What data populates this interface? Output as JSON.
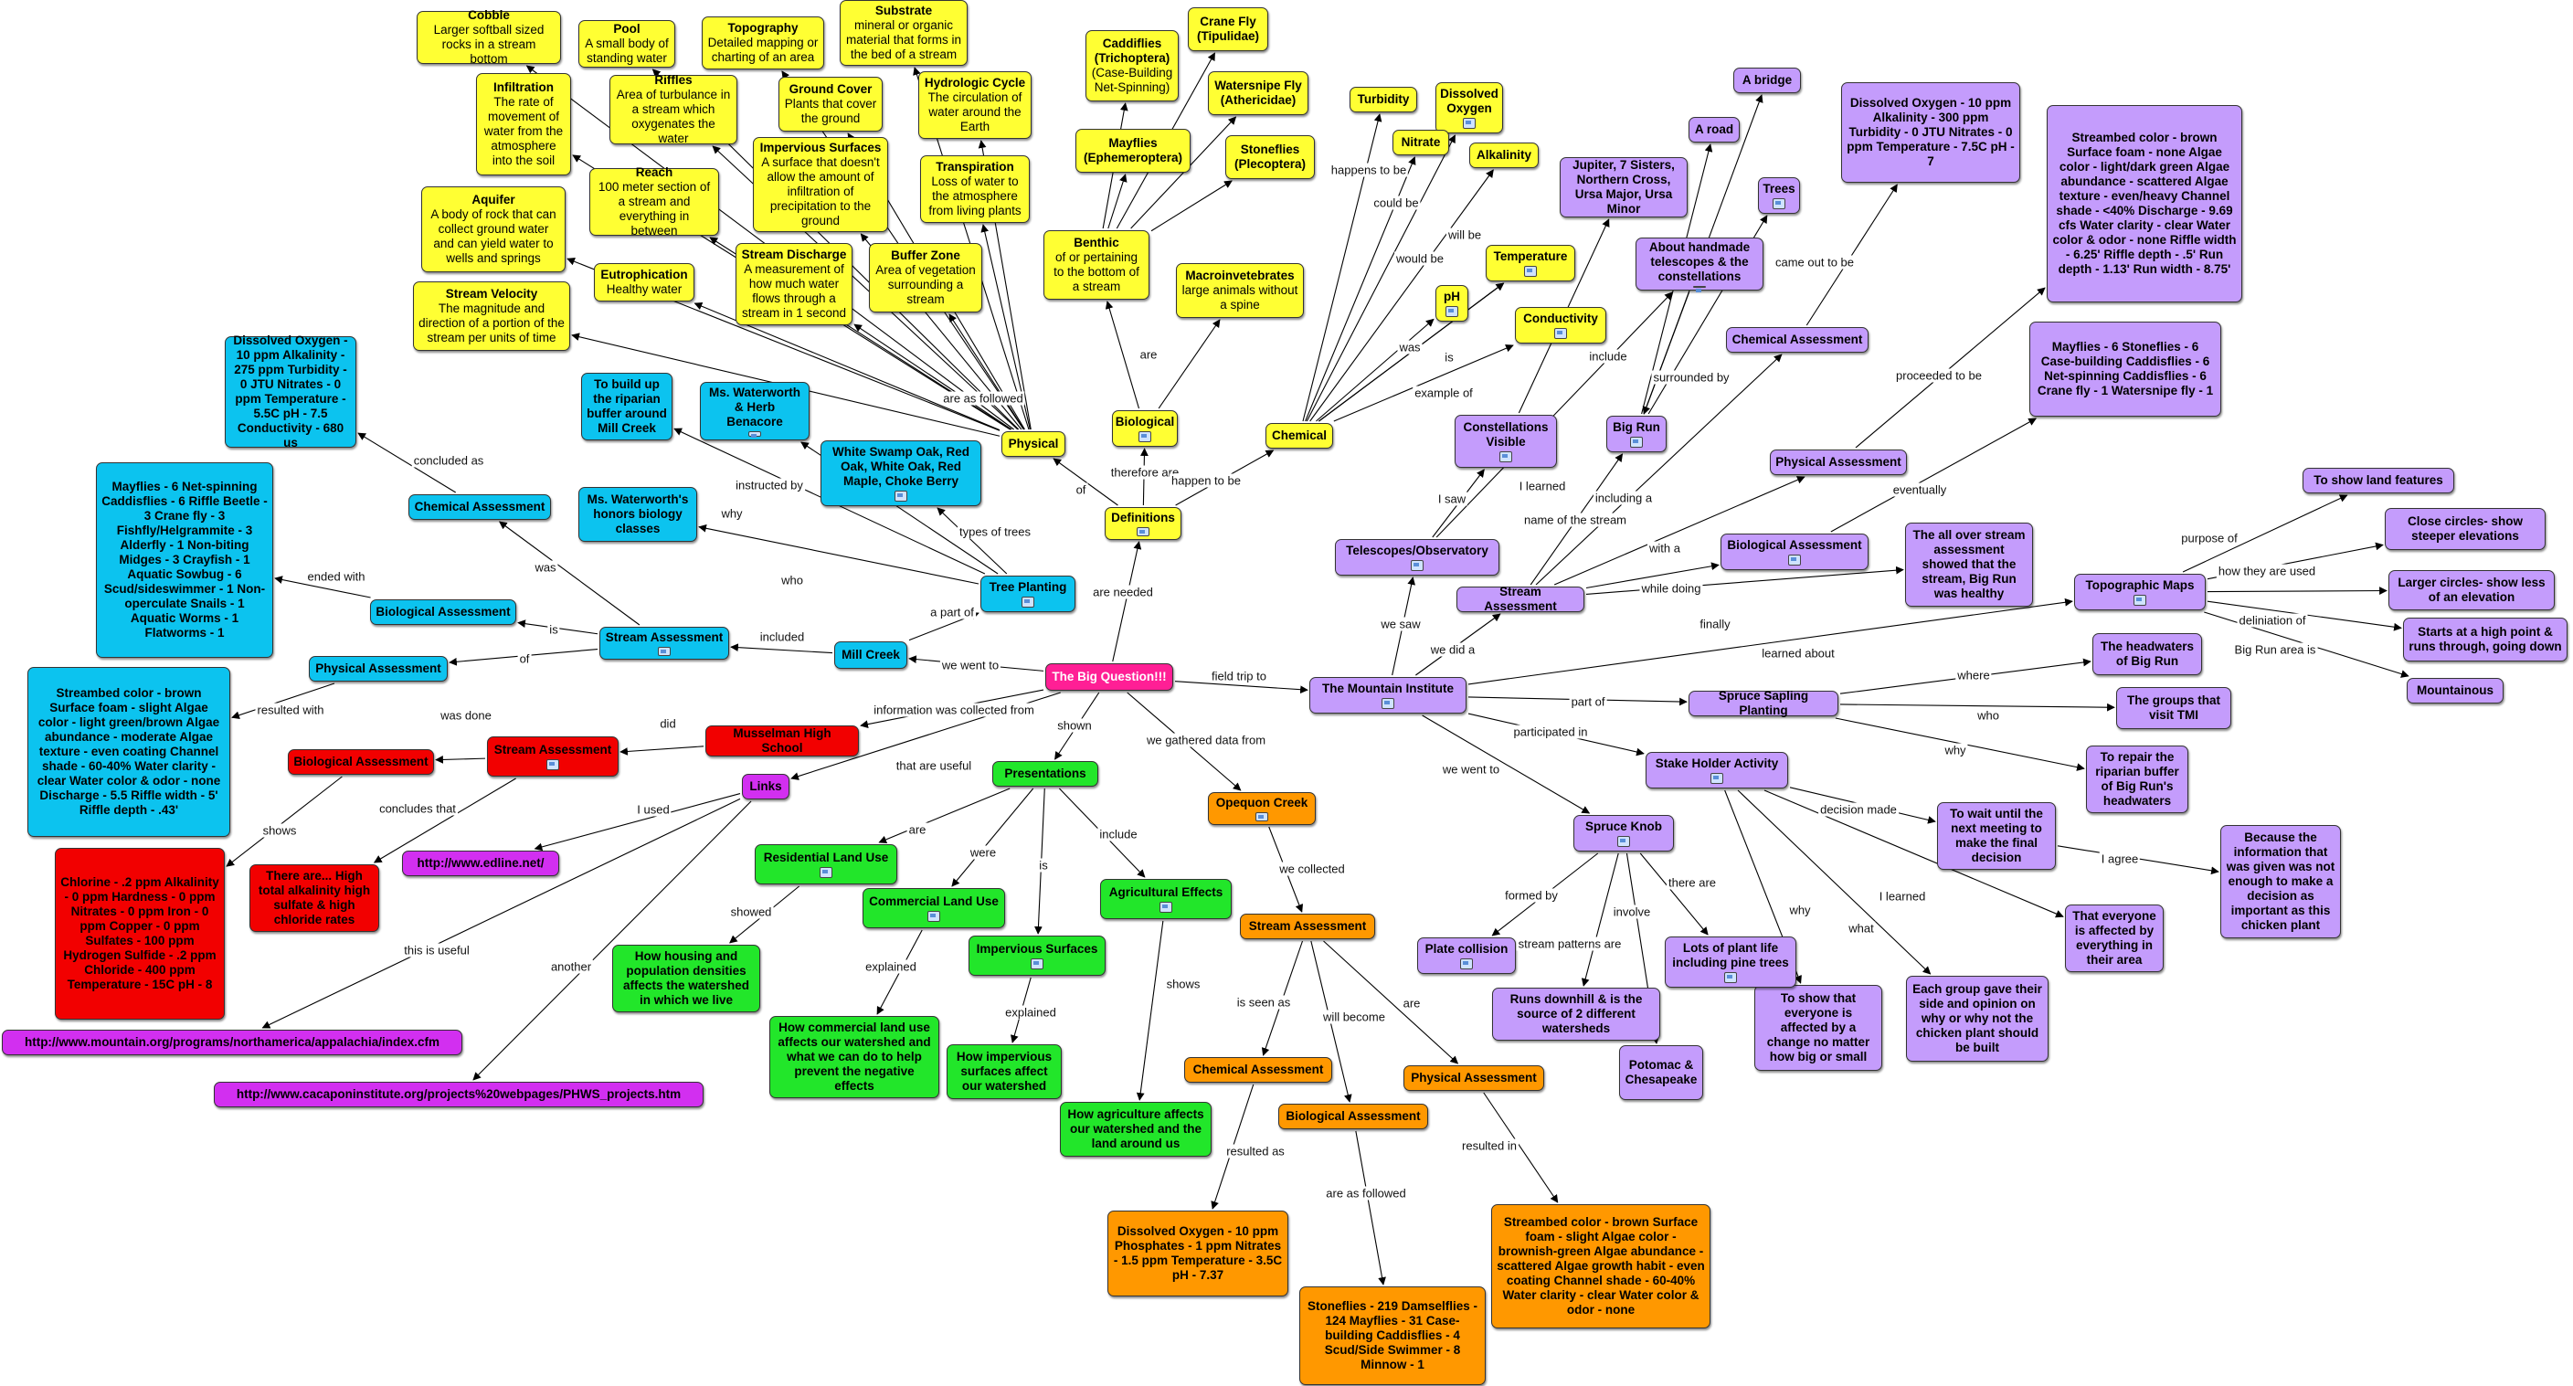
{
  "colors": {
    "yellow": "#ffff33",
    "blue": "#0cc3ef",
    "purple": "#c49cfc",
    "red": "#f20000",
    "orange": "#ff9800",
    "green": "#22e62a",
    "pink": "#ff1f95",
    "magenta": "#d22ff0",
    "line": "#000000"
  },
  "nodes": {
    "root": {
      "title": "The Big Question!!!"
    },
    "definitions": {
      "title": "Definitions"
    },
    "physical": {
      "title": "Physical"
    },
    "biological": {
      "title": "Biological"
    },
    "chemical": {
      "title": "Chemical"
    },
    "cobble": {
      "title": "Cobble",
      "sub": "Larger softball sized rocks in a stream bottom"
    },
    "pool": {
      "title": "Pool",
      "sub": "A small body of standing water"
    },
    "topography": {
      "title": "Topography",
      "sub": "Detailed mapping or charting of an area"
    },
    "substrate": {
      "title": "Substrate",
      "sub": "mineral or organic material that forms in the bed of a stream"
    },
    "infiltration": {
      "title": "Infiltration",
      "sub": "The rate of movement of water from the atmosphere into the soil"
    },
    "riffles": {
      "title": "Riffles",
      "sub": "Area of turbulance in a stream which oxygenates the water"
    },
    "groundcover": {
      "title": "Ground Cover",
      "sub": "Plants that cover the ground"
    },
    "hydrocycle": {
      "title": "Hydrologic Cycle",
      "sub": "The circulation of water around the Earth"
    },
    "impervious_def": {
      "title": "Impervious Surfaces",
      "sub": "A surface that doesn't allow the amount of infiltration of precipitation to the ground"
    },
    "reach": {
      "title": "Reach",
      "sub": "100 meter section of a stream and everything in between"
    },
    "transpiration": {
      "title": "Transpiration",
      "sub": "Loss of water to the atmosphere from living plants"
    },
    "aquifer": {
      "title": "Aquifer",
      "sub": "A body of rock that can collect ground water and can yield water to wells and springs"
    },
    "eutrophication": {
      "title": "Eutrophication",
      "sub": "Healthy water"
    },
    "discharge": {
      "title": "Stream Discharge",
      "sub": "A measurement of how much water flows through a stream in 1 second"
    },
    "bufferzone": {
      "title": "Buffer Zone",
      "sub": "Area of vegetation surrounding a stream"
    },
    "velocity": {
      "title": "Stream Velocity",
      "sub": "The magnitude and direction of a portion of the stream per units of time"
    },
    "caddis": {
      "title": "Caddiflies (Trichoptera)",
      "sub": "(Case-Building Net-Spinning)"
    },
    "cranefly": {
      "title": "Crane Fly (Tipulidae)"
    },
    "watersnipe": {
      "title": "Watersnipe Fly (Athericidae)"
    },
    "mayflies": {
      "title": "Mayflies (Ephemeroptera)"
    },
    "stoneflies": {
      "title": "Stoneflies (Plecoptera)"
    },
    "benthic": {
      "title": "Benthic",
      "sub": "of or pertaining to the bottom of a stream"
    },
    "macro": {
      "title": "Macroinvetebrates",
      "sub": "large animals without a spine"
    },
    "turbidity": {
      "title": "Turbidity"
    },
    "dissolved": {
      "title": "Dissolved Oxygen"
    },
    "nitrate": {
      "title": "Nitrate"
    },
    "alkalinity": {
      "title": "Alkalinity"
    },
    "temperature": {
      "title": "Temperature"
    },
    "ph": {
      "title": "pH"
    },
    "conductivity": {
      "title": "Conductivity"
    },
    "treeplanting": {
      "title": "Tree Planting"
    },
    "whiteswamp": {
      "title": "White Swamp Oak, Red Oak, White Oak, Red Maple, Choke Berry"
    },
    "buildup": {
      "title": "To build up the riparian buffer around Mill Creek"
    },
    "waterworth": {
      "title": "Ms. Waterworth & Herb Benacore"
    },
    "honors": {
      "title": "Ms. Waterworth's honors biology classes"
    },
    "millcreek": {
      "title": "Mill Creek"
    },
    "sa_blue": {
      "title": "Stream Assessment"
    },
    "chem_blue": {
      "title": "Chemical Assessment"
    },
    "bio_blue": {
      "title": "Biological Assessment"
    },
    "phys_blue": {
      "title": "Physical Assessment"
    },
    "chem_blue_data": {
      "title": "Dissolved Oxygen - 10 ppm Alkalinity - 275 ppm Turbidity - 0 JTU Nitrates - 0 ppm Temperature - 5.5C pH - 7.5 Conductivity - 680 us"
    },
    "bio_blue_data": {
      "title": "Mayflies - 6 Net-spinning Caddisflies - 6 Riffle Beetle - 3 Crane fly - 3 Fishfly/Helgrammite - 3 Alderfly - 1 Non-biting Midges - 3 Crayfish - 1 Aquatic Sowbug - 6 Scud/sideswimmer - 1 Non-operculate Snails - 1 Aquatic Worms - 1 Flatworms - 1"
    },
    "phys_blue_data": {
      "title": "Streambed color - brown Surface foam - slight Algae color - light green/brown Algae abundance - moderate Algae texture - even coating Channel shade - 60-40% Water clarity - clear Water color & odor - none Discharge - 5.5 Riffle width - 5' Riffle depth - .43'"
    },
    "musselman": {
      "title": "Musselman High School"
    },
    "sa_red": {
      "title": "Stream Assessment"
    },
    "bio_red": {
      "title": "Biological Assessment"
    },
    "red_data": {
      "title": "Chlorine - .2 ppm Alkalinity - 0 ppm Hardness - 0 ppm Nitrates - 0 ppm Iron - 0 ppm Copper - 0 ppm Sulfates - 100 ppm Hydrogen Sulfide - .2 ppm Chloride - 400 ppm Temperature - 15C pH - 8"
    },
    "red_conclusion": {
      "title": "There are... High total alkalinity high sulfate & high chloride rates"
    },
    "links": {
      "title": "Links"
    },
    "edline": {
      "title": "http://www.edline.net/"
    },
    "mountain_url": {
      "title": "http://www.mountain.org/programs/northamerica/appalachia/index.cfm"
    },
    "cacapon_url": {
      "title": "http://www.cacaponinstitute.org/projects%20webpages/PHWS_projects.htm"
    },
    "presentations": {
      "title": "Presentations"
    },
    "residential": {
      "title": "Residential Land Use"
    },
    "commercial": {
      "title": "Commercial Land Use"
    },
    "impervious_pres": {
      "title": "Impervious Surfaces"
    },
    "agricultural": {
      "title": "Agricultural Effects"
    },
    "housing": {
      "title": "How housing and population densities affects the watershed in which we live"
    },
    "commercial_exp": {
      "title": "How commercial land use affects our watershed and what we can do to help prevent the negative effects"
    },
    "impervious_exp": {
      "title": "How impervious surfaces affect our watershed"
    },
    "agri_exp": {
      "title": "How agriculture affects our watershed and the land around us"
    },
    "opequon": {
      "title": "Opequon Creek"
    },
    "sa_orange": {
      "title": "Stream Assessment"
    },
    "chem_orange": {
      "title": "Chemical Assessment"
    },
    "bio_orange": {
      "title": "Biological Assessment"
    },
    "phys_orange": {
      "title": "Physical Assessment"
    },
    "chem_orange_data": {
      "title": "Dissolved Oxygen - 10 ppm Phosphates - 1 ppm Nitrates - 1.5 ppm Temperature - 3.5C pH - 7.37"
    },
    "bio_orange_data": {
      "title": "Stoneflies - 219 Damselflies - 124 Mayflies - 31 Case-building Caddisflies - 4 Scud/Side Swimmer - 8 Minnow - 1"
    },
    "phys_orange_data": {
      "title": "Streambed color - brown Surface foam - slight Algae color - brownish-green Algae abundance - scattered Algae growth habit - even coating Channel shade - 60-40% Water clarity - clear Water color & odor - none"
    },
    "mountain": {
      "title": "The Mountain Institute"
    },
    "telescopes": {
      "title": "Telescopes/Observatory"
    },
    "constellations": {
      "title": "Constellations Visible"
    },
    "jupiter": {
      "title": "Jupiter, 7 Sisters, Northern Cross, Ursa Major, Ursa Minor"
    },
    "handmade": {
      "title": "About handmade telescopes & the constellations"
    },
    "bigrun": {
      "title": "Big Run"
    },
    "aroad": {
      "title": "A road"
    },
    "abridge": {
      "title": "A bridge"
    },
    "trees": {
      "title": "Trees"
    },
    "sa_purple": {
      "title": "Stream Assessment"
    },
    "chem_purple": {
      "title": "Chemical Assessment"
    },
    "phys_purple": {
      "title": "Physical Assessment"
    },
    "bio_purple": {
      "title": "Biological Assessment"
    },
    "chem_purple_data": {
      "title": "Dissolved Oxygen - 10 ppm Alkalinity - 300 ppm Turbidity - 0 JTU Nitrates - 0 ppm Temperature - 7.5C pH - 7"
    },
    "phys_purple_data": {
      "title": "Streambed color - brown Surface foam - none Algae color - light/dark green Algae abundance - scattered Algae texture - even/heavy Channel shade - <40% Discharge - 9.69 cfs Water clarity - clear Water color & odor - none Riffle width - 6.25' Riffle depth - .5' Run depth - 1.13' Run width - 8.75'"
    },
    "bio_purple_data": {
      "title": "Mayflies - 6 Stoneflies - 6 Case-building Caddisflies - 6 Net-spinning Caddisflies - 6 Crane fly - 1 Watersnipe fly - 1"
    },
    "healthy": {
      "title": "The all over stream assessment showed that the stream, Big Run was healthy"
    },
    "topomaps": {
      "title": "Topographic Maps"
    },
    "landfeatures": {
      "title": "To show land features"
    },
    "closecircles": {
      "title": "Close circles- show steeper elevations"
    },
    "largercircles": {
      "title": "Larger circles- show less of an elevation"
    },
    "startshigh": {
      "title": "Starts at a high point & runs through, going down"
    },
    "mountainous": {
      "title": "Mountainous"
    },
    "spruce_planting": {
      "title": "Spruce Sapling Planting"
    },
    "headwaters": {
      "title": "The headwaters of Big Run"
    },
    "groupsvisit": {
      "title": "The groups that visit TMI"
    },
    "repair": {
      "title": "To repair the riparian buffer of Big Run's headwaters"
    },
    "stakeholder": {
      "title": "Stake Holder Activity"
    },
    "waituntil": {
      "title": "To wait until the next meeting to make the final decision"
    },
    "because": {
      "title": "Because the information that was given was not enough to make a decision as important as this chicken plant"
    },
    "everyone": {
      "title": "That everyone is affected by everything in their area"
    },
    "eachgroup": {
      "title": "Each group gave their side and opinion on why or why not the chicken plant should be built"
    },
    "toshow": {
      "title": "To show that everyone is affected by a change no matter how big or small"
    },
    "spruceknob": {
      "title": "Spruce Knob"
    },
    "platecollision": {
      "title": "Plate collision"
    },
    "runsdownhill": {
      "title": "Runs downhill & is the source of 2 different watersheds"
    },
    "lotsofplant": {
      "title": "Lots of plant life including pine trees"
    },
    "potomac": {
      "title": "Potomac & Chesapeake"
    }
  },
  "edge_labels": {
    "are_needed": "are needed",
    "we_went_to": "we went to",
    "info_collected": "information was collected from",
    "that_are_useful": "that are useful",
    "shown": "shown",
    "we_gathered": "we gathered data from",
    "field_trip": "field trip to",
    "of": "of",
    "therefore_are": "therefore are",
    "happen_to_be": "happen to be",
    "are_as_followed": "are as followed",
    "are": "are",
    "include": "include",
    "happens_to_be": "happens to be",
    "could_be": "could be",
    "would_be": "would be",
    "will_be": "will be",
    "was": "was",
    "is": "is",
    "example_of": "example of",
    "a_part_of": "a part of",
    "types_of_trees": "types of trees",
    "why": "why",
    "instructed_by": "instructed by",
    "who": "who",
    "included": "included",
    "concluded_as": "concluded as",
    "ended_with": "ended with",
    "resulted_with": "resulted with",
    "did": "did",
    "was_done": "was done",
    "shows": "shows",
    "concludes_that": "concludes that",
    "i_used": "I used",
    "this_is_useful": "this is useful",
    "another": "another",
    "were": "were",
    "showed": "showed",
    "explained": "explained",
    "shows2": "shows",
    "we_collected": "we collected",
    "is_seen_as": "is seen as",
    "will_become": "will become",
    "resulted_as": "resulted as",
    "are_as_followed2": "are as followed",
    "resulted_in": "resulted in",
    "we_saw": "we saw",
    "i_saw": "I saw",
    "i_learned": "I learned",
    "we_did_a": "we did a",
    "name_of_stream": "name of the stream",
    "surrounded_by": "surrounded by",
    "came_out_to_be": "came out to be",
    "including_a": "including a",
    "with_a": "with a",
    "while_doing": "while doing",
    "proceeded_to_be": "proceeded to be",
    "eventually": "eventually",
    "finally": "finally",
    "learned_about": "learned about",
    "purpose_of": "purpose of",
    "how_used": "how they are used",
    "deliniation": "deliniation of",
    "bigrun_area": "Big Run area is",
    "part_of": "part of",
    "where": "where",
    "who2": "who",
    "why2": "why",
    "participated_in": "participated in",
    "decision_made": "decision made",
    "i_agree": "I agree",
    "i_learned2": "I learned",
    "what": "what",
    "why3": "why",
    "we_went_to2": "we went to",
    "formed_by": "formed by",
    "stream_patterns": "stream patterns are",
    "involve": "involve",
    "there_are": "there are",
    "include2": "include",
    "include3": "include"
  }
}
